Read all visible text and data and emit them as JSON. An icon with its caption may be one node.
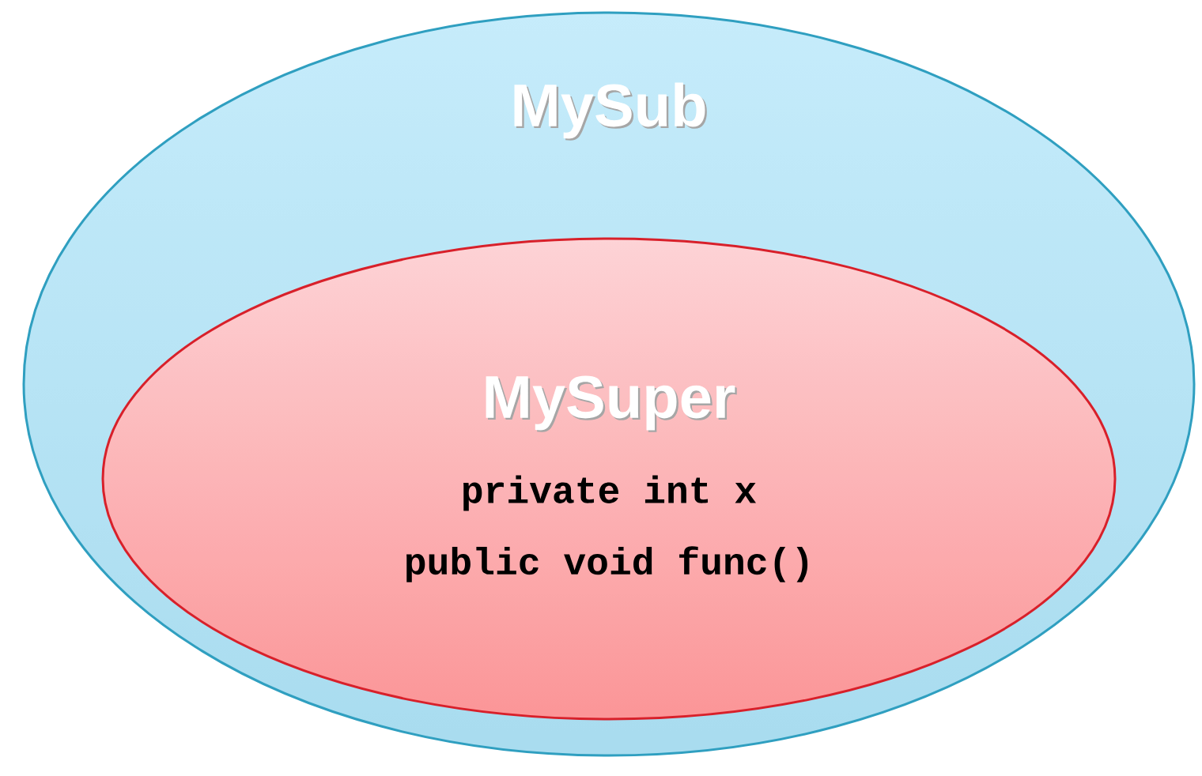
{
  "diagram": {
    "nodes": [
      {
        "text": [
          "MySub"
        ]
      },
      {
        "text": [
          "MySuper",
          "private int x",
          "public void func()"
        ],
        "in": 0
      }
    ]
  }
}
